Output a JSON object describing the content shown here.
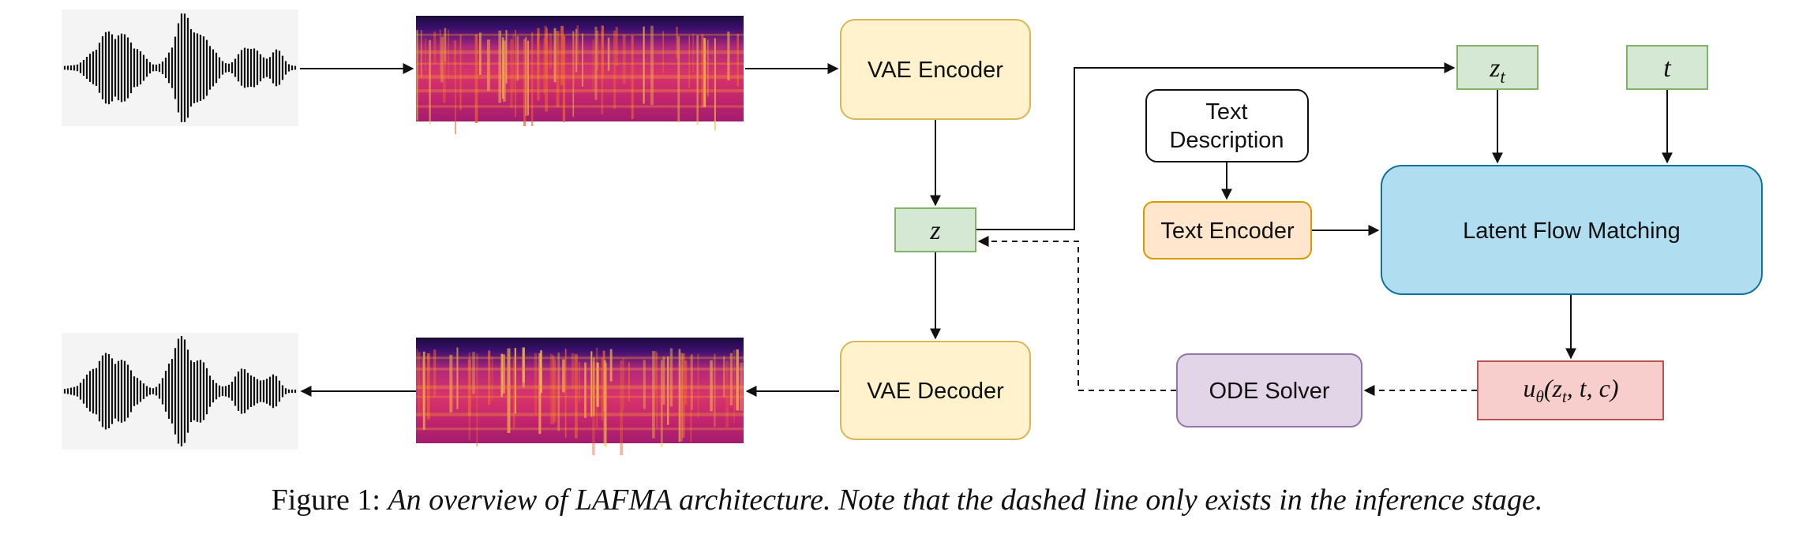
{
  "nodes": {
    "vae_encoder": "VAE Encoder",
    "vae_decoder": "VAE Decoder",
    "z": "z",
    "z_t": {
      "base": "z",
      "sub": "t"
    },
    "t": "t",
    "text_description": [
      "Text",
      "Description"
    ],
    "text_encoder": "Text Encoder",
    "latent_flow_matching": "Latent Flow Matching",
    "ode_solver": "ODE Solver",
    "u_theta": {
      "base": "u",
      "sub": "θ",
      "args": "(z",
      "args_sub": "t",
      "args_rest": ", t, c)"
    }
  },
  "caption": {
    "label": "Figure 1:",
    "text": "An overview of LAFMA architecture. Note that the dashed line only exists in the inference stage."
  },
  "colors": {
    "vae_fill": "#fff2cc",
    "vae_stroke": "#d6b656",
    "latent_fill": "#d5e8d4",
    "latent_stroke": "#82b366",
    "text_encoder_fill": "#ffe6cc",
    "text_encoder_stroke": "#d79b00",
    "flow_fill": "#b1ddf0",
    "flow_stroke": "#10739e",
    "ode_fill": "#e1d5e7",
    "ode_stroke": "#9673a6",
    "u_fill": "#f8cecc",
    "u_stroke": "#b85450"
  }
}
